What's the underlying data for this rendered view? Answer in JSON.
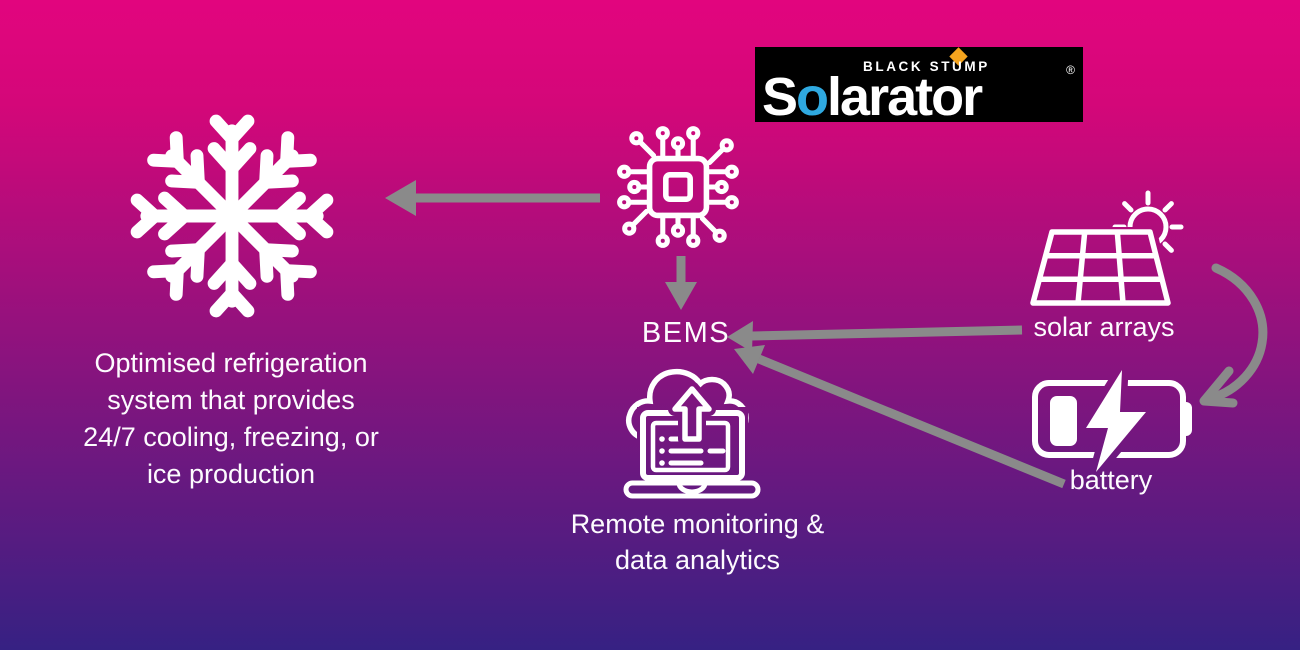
{
  "colors": {
    "background_top": "#e2057e",
    "background_bottom": "#362183",
    "arrow_gray": "#8a8a8a",
    "icon_white": "#ffffff",
    "logo_background": "#000000",
    "logo_o_blue": "#2fa9e0",
    "logo_diamond_orange": "#f5a41e"
  },
  "logo": {
    "tagline": "BLACK STUMP",
    "name": {
      "s": "S",
      "o": "o",
      "rest": "larator"
    },
    "registered": "®"
  },
  "refrigeration": {
    "lines": [
      "Optimised refrigeration",
      "system that provides",
      "24/7 cooling, freezing, or",
      "ice production"
    ]
  },
  "bems": {
    "label": "BEMS"
  },
  "monitoring": {
    "lines": [
      "Remote monitoring &",
      "data analytics"
    ]
  },
  "solar": {
    "label": "solar arrays"
  },
  "battery": {
    "label": "battery"
  },
  "icons": {
    "snowflake": "snowflake-icon",
    "chip": "microchip-icon",
    "cloud_laptop": "cloud-upload-laptop-icon",
    "solar_panel": "solar-panel-sun-icon",
    "battery": "battery-charging-icon"
  },
  "arrows": [
    {
      "name": "chip-to-refrigeration",
      "direction": "left"
    },
    {
      "name": "chip-to-bems",
      "direction": "down"
    },
    {
      "name": "solar-arrays-to-bems",
      "direction": "left"
    },
    {
      "name": "battery-to-bems",
      "direction": "up-left"
    },
    {
      "name": "solar-arrays-to-battery",
      "direction": "curved-down"
    }
  ]
}
